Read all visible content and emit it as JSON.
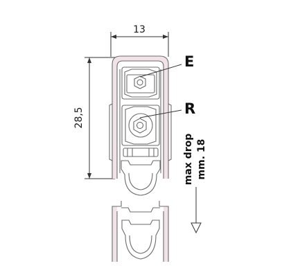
{
  "dimensions": {
    "width": "13",
    "height": "28,5"
  },
  "labels": {
    "e": "E",
    "r": "R"
  },
  "note": {
    "line1": "max drop",
    "line2": "mm. 18"
  },
  "colors": {
    "profile_tint": "#f1e3e7",
    "outline": "#6b6b6b",
    "dimension_line": "#333333"
  }
}
